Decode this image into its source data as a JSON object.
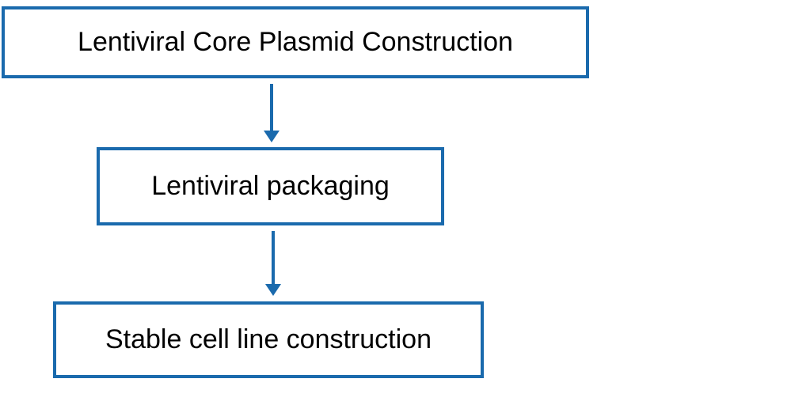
{
  "diagram": {
    "type": "flowchart",
    "direction": "top-down",
    "accent_color": "#1a6aad",
    "text_color": "#000000",
    "background_color": "#ffffff",
    "nodes": [
      {
        "id": "node-1",
        "label": "Lentiviral Core Plasmid Construction"
      },
      {
        "id": "node-2",
        "label": "Lentiviral packaging"
      },
      {
        "id": "node-3",
        "label": "Stable cell line construction"
      }
    ],
    "connections": [
      {
        "from": "node-1",
        "to": "node-2",
        "style": "arrow-down"
      },
      {
        "from": "node-2",
        "to": "node-3",
        "style": "arrow-down"
      }
    ]
  }
}
